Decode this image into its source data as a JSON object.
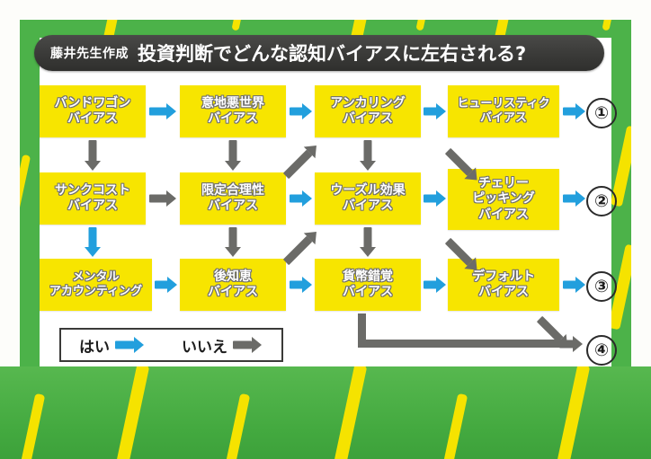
{
  "title": {
    "author_tag": "藤井先生作成",
    "main": "投資判断でどんな認知バイアスに左右される?"
  },
  "nodes": [
    {
      "id": "bandwagon",
      "lines": [
        "バンドワゴン",
        "バイアス"
      ]
    },
    {
      "id": "mean-world",
      "lines": [
        "意地悪世界",
        "バイアス"
      ]
    },
    {
      "id": "anchoring",
      "lines": [
        "アンカリング",
        "バイアス"
      ]
    },
    {
      "id": "heuristic",
      "lines": [
        "ヒューリスティク",
        "バイアス"
      ]
    },
    {
      "id": "sunk-cost",
      "lines": [
        "サンクコスト",
        "バイアス"
      ]
    },
    {
      "id": "bounded-rationality",
      "lines": [
        "限定合理性",
        "バイアス"
      ]
    },
    {
      "id": "woozle",
      "lines": [
        "ウーズル効果",
        "バイアス"
      ]
    },
    {
      "id": "cherry-picking",
      "lines": [
        "チェリー",
        "ピッキング",
        "バイアス"
      ]
    },
    {
      "id": "mental-accounting",
      "lines": [
        "メンタル",
        "アカウンティング"
      ]
    },
    {
      "id": "hindsight",
      "lines": [
        "後知恵",
        "バイアス"
      ]
    },
    {
      "id": "money-illusion",
      "lines": [
        "貨幣錯覚",
        "バイアス"
      ]
    },
    {
      "id": "default-bias",
      "lines": [
        "デフォルト",
        "バイアス"
      ]
    }
  ],
  "outcomes": [
    {
      "id": "outcome-1",
      "label": "①"
    },
    {
      "id": "outcome-2",
      "label": "②"
    },
    {
      "id": "outcome-3",
      "label": "③"
    },
    {
      "id": "outcome-4",
      "label": "④"
    }
  ],
  "legend": {
    "yes_label": "はい",
    "no_label": "いいえ"
  },
  "colors": {
    "node_fill": "#f7e500",
    "yes_arrow": "#229fdd",
    "no_arrow": "#6b6b68",
    "frame_green": "#4cb249",
    "frame_stripe": "#f5e300",
    "title_pill": "#3a3a38"
  }
}
